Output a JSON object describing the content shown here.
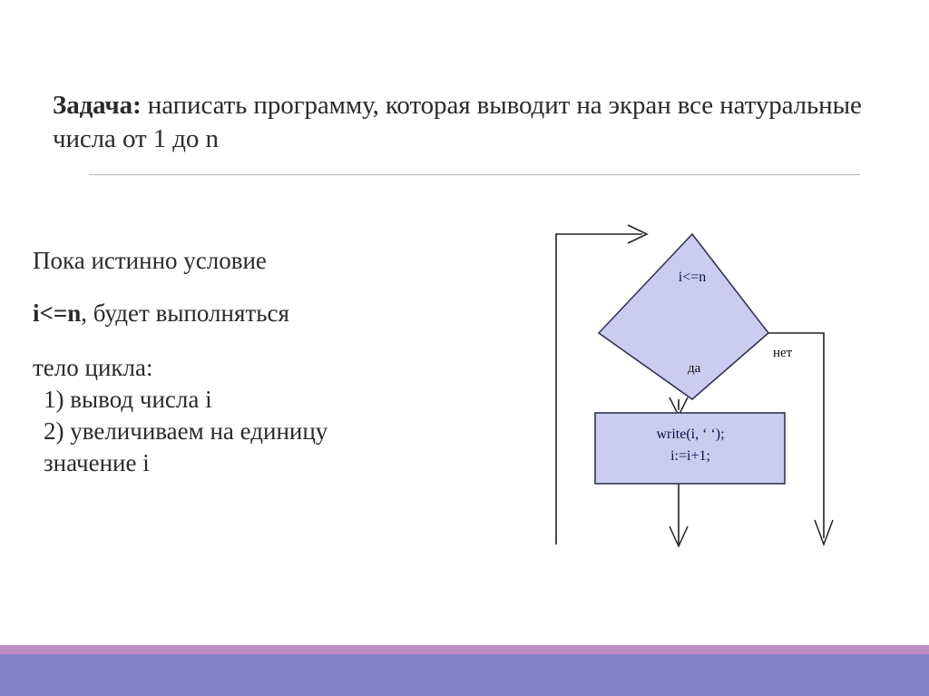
{
  "slide": {
    "title_bold": "Задача:",
    "title_rest": " написать программу, которая выводит на экран все натуральные числа от 1 до n",
    "background_color": "#ffffff"
  },
  "body": {
    "line1": "Пока истинно условие",
    "line2_bold": "i<=n",
    "line2_rest": ", будет выполняться",
    "line3": "тело цикла:",
    "line4": "1) вывод числа i",
    "line5": "2) увеличиваем на единицу",
    "line6": "значение i"
  },
  "flowchart": {
    "decision_text": "i<=n",
    "process_line1": "write(i, ‘ ‘);",
    "process_line2": "i:=i+1;",
    "label_yes": "да",
    "label_no": "нет",
    "shape_fill": "#ccccf0",
    "shape_stroke": "#333355",
    "connector_color": "#222222"
  },
  "decor": {
    "bar_pink": "#bc8cc4",
    "bar_blue": "#8183c4",
    "rule_color": "#b7b7b7"
  }
}
